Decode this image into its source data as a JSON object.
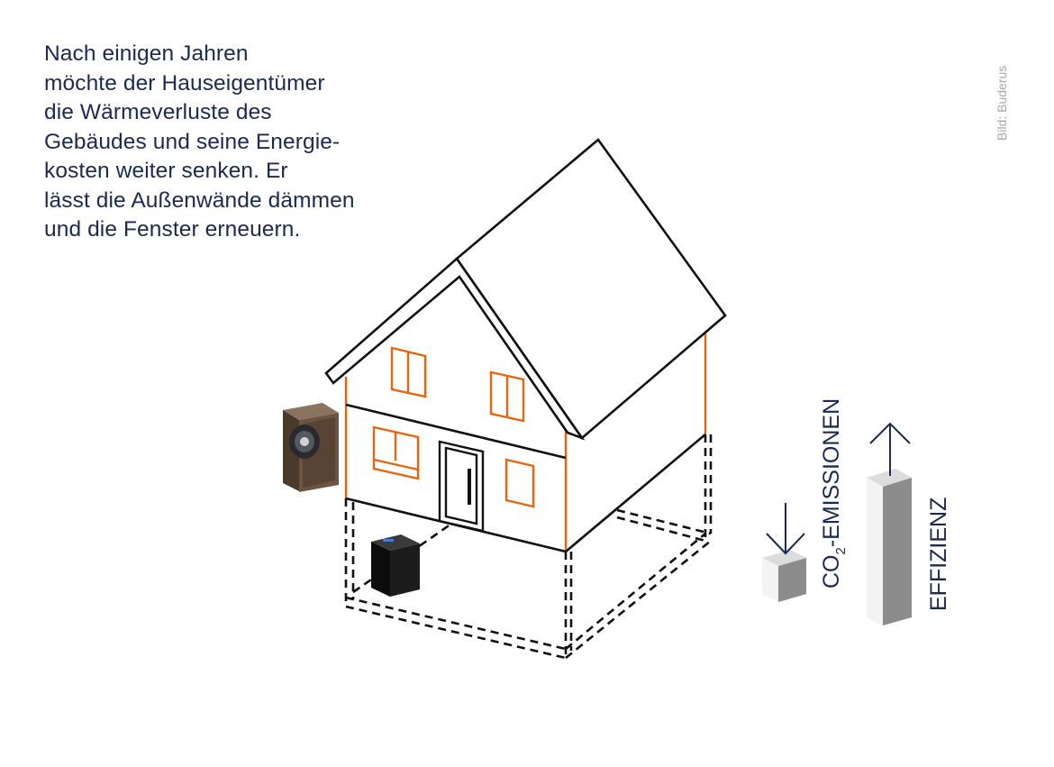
{
  "caption": {
    "lines": [
      "Nach einigen Jahren",
      "möchte der Hauseigentümer",
      "die Wärmeverluste des",
      "Gebäudes und seine Energie-",
      "kosten weiter senken. Er",
      "lässt die Außenwände dämmen",
      "und die Fenster erneuern."
    ]
  },
  "credit": "Bild: Buderus",
  "indicators": {
    "co2": {
      "prefix": "CO",
      "subscript": "2",
      "suffix": "-EMISSIONEN",
      "direction": "down"
    },
    "efficiency": {
      "label": "EFFIZIENZ",
      "direction": "up"
    }
  },
  "colors": {
    "text": "#1b2a52",
    "insulation": "#e8650f",
    "outline": "#111111",
    "credit": "#a8a8a8",
    "heat_pump_body": "#5e4a39",
    "indoor_unit": "#141414"
  }
}
